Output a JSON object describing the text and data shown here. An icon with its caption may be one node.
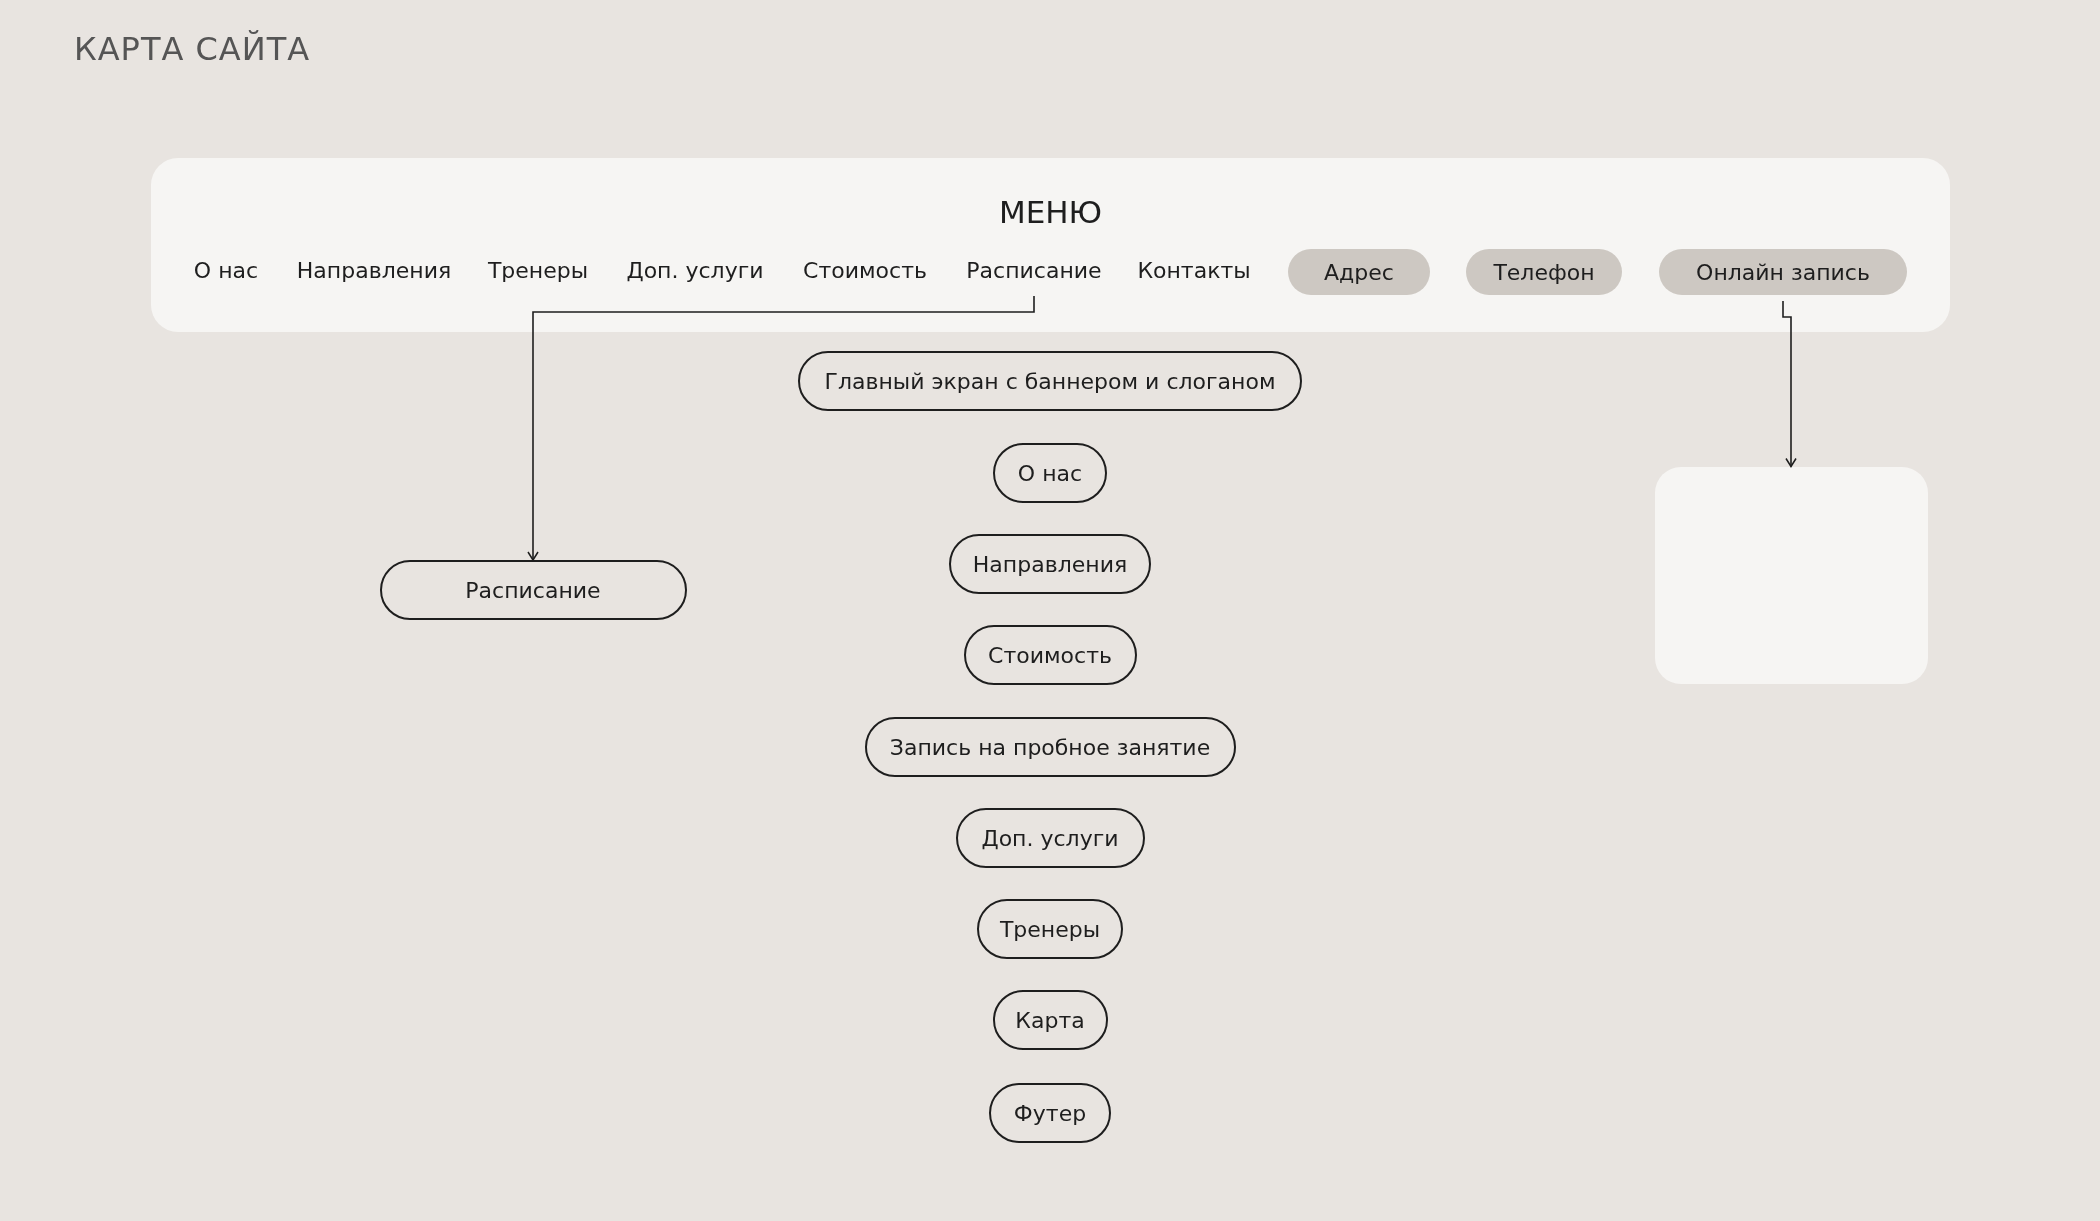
{
  "diagram": {
    "title": "КАРТА САЙТА",
    "nodes": [
      {
        "text": [
          "МЕНЮ"
        ]
      },
      {
        "text": [
          "О нас"
        ],
        "in": 0
      },
      {
        "text": [
          "Направления"
        ],
        "in": 0
      },
      {
        "text": [
          "Тренеры"
        ],
        "in": 0
      },
      {
        "text": [
          "Доп. услуги"
        ],
        "in": 0
      },
      {
        "text": [
          "Стоимость"
        ],
        "in": 0
      },
      {
        "text": [
          "Расписание"
        ],
        "in": 0
      },
      {
        "text": [
          "Контакты"
        ],
        "in": 0
      },
      {
        "text": [
          "Адрес"
        ],
        "in": 0
      },
      {
        "text": [
          "Телефон"
        ],
        "in": 0
      },
      {
        "text": [
          "Онлайн запись"
        ],
        "in": 0
      },
      {
        "text": [
          "Расписание"
        ]
      },
      {
        "text": [
          "Главный экран с баннером и слоганом"
        ]
      },
      {
        "text": [
          "О нас"
        ]
      },
      {
        "text": [
          "Направления"
        ]
      },
      {
        "text": [
          "Стоимость"
        ]
      },
      {
        "text": [
          "Запись на пробное занятие"
        ]
      },
      {
        "text": [
          "Доп. услуги"
        ]
      },
      {
        "text": [
          "Тренеры"
        ]
      },
      {
        "text": [
          "Карта"
        ]
      },
      {
        "text": [
          "Футер"
        ]
      },
      {
        "text": [],
        "shape": "box"
      }
    ],
    "edges": [
      {
        "from": 6,
        "to": 11,
        "arrow": "to"
      },
      {
        "from": 10,
        "to": 21,
        "arrow": "to"
      }
    ]
  }
}
